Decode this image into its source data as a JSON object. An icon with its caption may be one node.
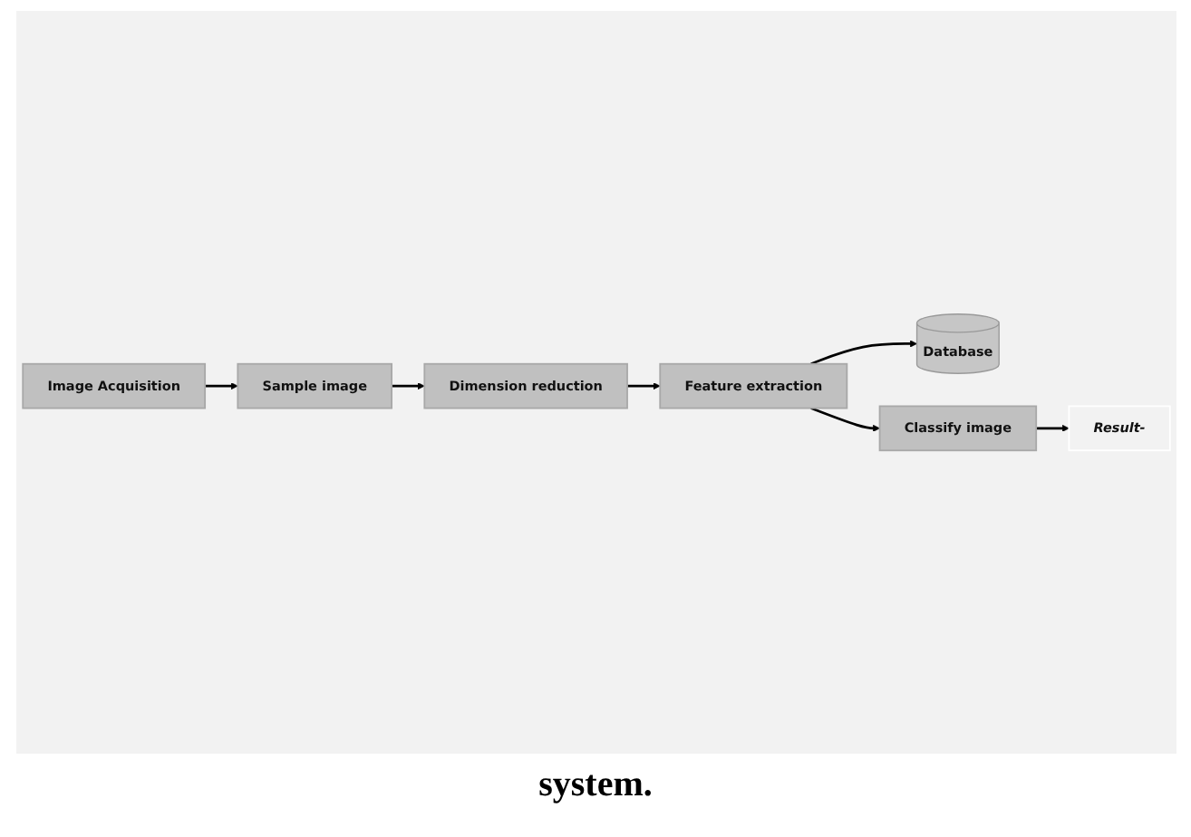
{
  "diagram": {
    "caption": "system.",
    "nodes": [
      {
        "text": [
          "Image Acquisition"
        ]
      },
      {
        "text": [
          "Sample image"
        ]
      },
      {
        "text": [
          "Dimension reduction"
        ]
      },
      {
        "text": [
          "Database"
        ]
      },
      {
        "text": [
          "Feature extraction"
        ]
      },
      {
        "text": [
          "Result-"
        ]
      },
      {
        "text": [
          "Classify image"
        ]
      }
    ],
    "edges": [
      {
        "from": 0,
        "to": 1,
        "arrow": "to"
      },
      {
        "from": 1,
        "to": 2,
        "arrow": "to"
      },
      {
        "from": 2,
        "to": 4,
        "arrow": "to"
      },
      {
        "from": 4,
        "to": 3,
        "arrow": "to"
      },
      {
        "from": 4,
        "to": 6,
        "arrow": "to"
      },
      {
        "from": 6,
        "to": 5,
        "arrow": "to"
      }
    ]
  }
}
